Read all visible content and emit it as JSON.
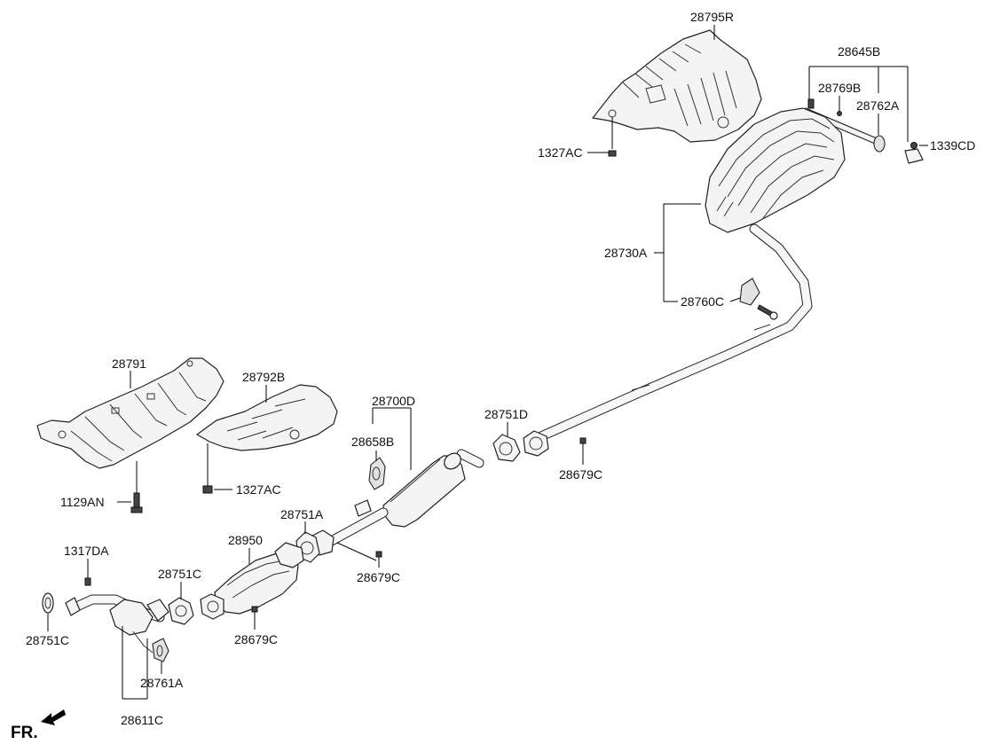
{
  "diagram": {
    "fr_marker": "FR.",
    "part_labels": [
      {
        "id": "heat-shield-rear",
        "text": "28795R"
      },
      {
        "id": "hanger-assy",
        "text": "28645B"
      },
      {
        "id": "bolt-hanger",
        "text": "28769B"
      },
      {
        "id": "hanger-rubber-rear",
        "text": "28762A"
      },
      {
        "id": "nut-hanger",
        "text": "1339CD"
      },
      {
        "id": "nut-shield-rear",
        "text": "1327AC"
      },
      {
        "id": "rear-muffler",
        "text": "28730A"
      },
      {
        "id": "hanger-rubber-muffler",
        "text": "28760C"
      },
      {
        "id": "heat-shield-front",
        "text": "28791"
      },
      {
        "id": "heat-shield-center",
        "text": "28792B"
      },
      {
        "id": "center-muffler",
        "text": "28700D"
      },
      {
        "id": "hanger-center",
        "text": "28658B"
      },
      {
        "id": "gasket-rear",
        "text": "28751D"
      },
      {
        "id": "nut-rear",
        "text": "28679C"
      },
      {
        "id": "bolt-shield",
        "text": "1129AN"
      },
      {
        "id": "nut-shield-center",
        "text": "1327AC"
      },
      {
        "id": "gasket-center",
        "text": "28751A"
      },
      {
        "id": "nut-center",
        "text": "28679C"
      },
      {
        "id": "catalytic-converter",
        "text": "28950"
      },
      {
        "id": "gasket-front",
        "text": "28751C"
      },
      {
        "id": "nut-front",
        "text": "28679C"
      },
      {
        "id": "clip",
        "text": "1317DA"
      },
      {
        "id": "gasket-inlet",
        "text": "28751C"
      },
      {
        "id": "hanger-front",
        "text": "28761A"
      },
      {
        "id": "front-pipe",
        "text": "28611C"
      }
    ]
  }
}
